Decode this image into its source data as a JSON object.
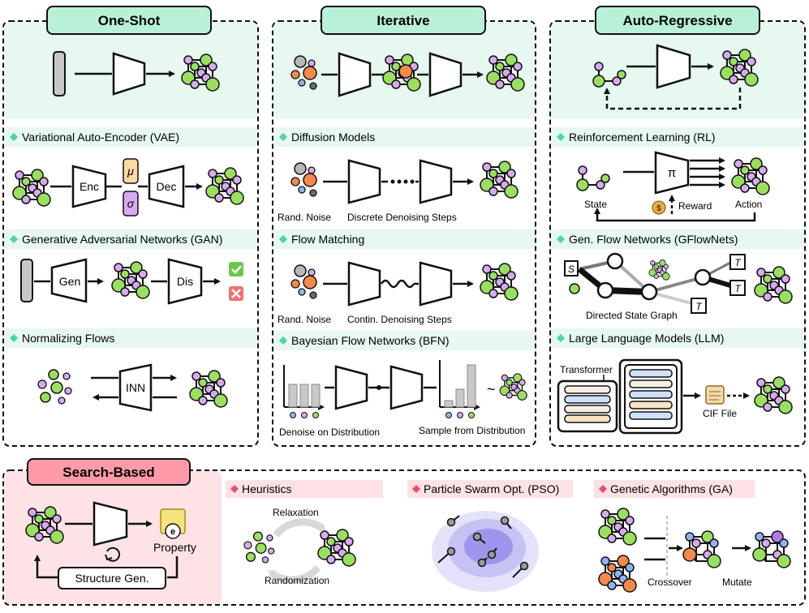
{
  "panels": {
    "one_shot": {
      "title": "One-Shot",
      "sections": [
        {
          "label": "Variational Auto-Encoder (VAE)",
          "encoder": "Enc",
          "decoder": "Dec",
          "mu": "μ",
          "sigma": "σ"
        },
        {
          "label": "Generative Adversarial Networks (GAN)",
          "generator": "Gen",
          "discriminator": "Dis"
        },
        {
          "label": "Normalizing Flows",
          "network": "INN"
        }
      ]
    },
    "iterative": {
      "title": "Iterative",
      "sections": [
        {
          "label": "Diffusion Models",
          "left_caption": "Rand. Noise",
          "right_caption": "Discrete Denoising Steps"
        },
        {
          "label": "Flow Matching",
          "left_caption": "Rand. Noise",
          "right_caption": "Contin. Denoising Steps"
        },
        {
          "label": "Bayesian Flow Networks (BFN)",
          "left_caption": "Denoise on Distribution",
          "right_caption": "Sample from Distribution",
          "approx": "~"
        }
      ]
    },
    "auto_regressive": {
      "title": "Auto-Regressive",
      "sections": [
        {
          "label": "Reinforcement Learning (RL)",
          "policy": "π",
          "state": "State",
          "reward": "Reward",
          "action": "Action"
        },
        {
          "label": "Gen. Flow Networks (GFlowNets)",
          "start": "S",
          "terminal": "T",
          "caption": "Directed State Graph"
        },
        {
          "label": "Large Language Models (LLM)",
          "model": "Transformer",
          "output": "CIF File"
        }
      ]
    },
    "search_based": {
      "title": "Search-Based",
      "loop": {
        "property": "Property",
        "generator": "Structure Gen."
      },
      "methods": [
        {
          "label": "Heuristics",
          "top": "Relaxation",
          "bottom": "Randomization"
        },
        {
          "label": "Particle Swarm Opt. (PSO)"
        },
        {
          "label": "Genetic Algorithms (GA)",
          "crossover": "Crossover",
          "mutate": "Mutate"
        }
      ]
    }
  },
  "colors": {
    "green_title_bg": "#b8f0d8",
    "green_band_bg": "#e6f8f0",
    "pink_title_bg": "#ff9aa8",
    "pink_panel_bg": "#fde3e6",
    "pink_band_bg": "#fde2e4",
    "atom_green": "#9ae060",
    "atom_purple": "#d7aaf0",
    "atom_orange": "#f5894a",
    "atom_blue": "#8fb4f5",
    "atom_gray": "#b8b8b8"
  }
}
